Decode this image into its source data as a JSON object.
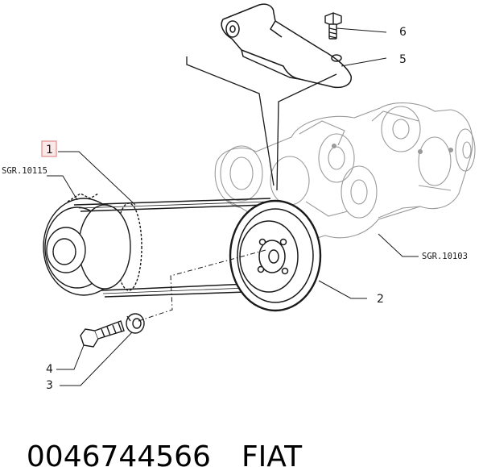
{
  "callouts": {
    "c1": "1",
    "c2": "2",
    "c3": "3",
    "c4": "4",
    "c5": "5",
    "c6": "6"
  },
  "references": {
    "left_ref": "SGR.10115",
    "right_ref": "SGR.10103"
  },
  "caption": {
    "part_number": "0046744566",
    "brand": "FIAT"
  },
  "colors": {
    "ink": "#1a1a1a",
    "faint": "#9a9a9a",
    "callout_box": "#e39a9a"
  }
}
